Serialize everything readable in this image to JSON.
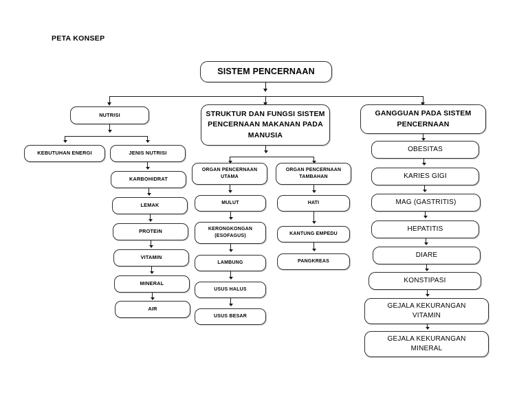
{
  "document": {
    "heading": "PETA KONSEP",
    "type": "concept-map",
    "language": "id"
  },
  "diagram": {
    "root": {
      "label": "SISTEM PENCERNAAN"
    },
    "branches": [
      {
        "id": "nutrisi",
        "label": "NUTRISI",
        "children": [
          {
            "id": "kebutuhan-energi",
            "label": "KEBUTUHAN ENERGI"
          },
          {
            "id": "jenis-nutrisi",
            "label": "JENIS NUTRISI",
            "chain": [
              "KARBOHIDRAT",
              "LEMAK",
              "PROTEIN",
              "VITAMIN",
              "MINERAL",
              "AIR"
            ]
          }
        ]
      },
      {
        "id": "struktur-fungsi",
        "label_line1": "STRUKTUR DAN FUNGSI SISTEM",
        "label_line2": "PENCERNAAN MAKANAN PADA",
        "label_line3": "MANUSIA",
        "children": [
          {
            "id": "organ-utama",
            "label_line1": "ORGAN PENCERNAAN",
            "label_line2": "UTAMA",
            "chain": [
              {
                "line1": "MULUT",
                "line2": ""
              },
              {
                "line1": "KERONGKONGAN",
                "line2": "(ESOFAGUS)"
              },
              {
                "line1": "LAMBUNG",
                "line2": ""
              },
              {
                "line1": "USUS HALUS",
                "line2": ""
              },
              {
                "line1": "USUS BESAR",
                "line2": ""
              }
            ]
          },
          {
            "id": "organ-tambahan",
            "label_line1": "ORGAN PENCERNAAN",
            "label_line2": "TAMBAHAN",
            "chain": [
              {
                "line1": "HATI",
                "line2": ""
              },
              {
                "line1": "KANTUNG EMPEDU",
                "line2": ""
              },
              {
                "line1": "PANGKREAS",
                "line2": ""
              }
            ]
          }
        ]
      },
      {
        "id": "gangguan",
        "label_line1": "GANGGUAN PADA SISTEM",
        "label_line2": "PENCERNAAN",
        "chain": [
          {
            "line1": "OBESITAS",
            "line2": ""
          },
          {
            "line1": "KARIES GIGI",
            "line2": ""
          },
          {
            "line1": "MAG (GASTRITIS)",
            "line2": ""
          },
          {
            "line1": "HEPATITIS",
            "line2": ""
          },
          {
            "line1": "DIARE",
            "line2": ""
          },
          {
            "line1": "KONSTIPASI",
            "line2": ""
          },
          {
            "line1": "GEJALA KEKURANGAN",
            "line2": "VITAMIN"
          },
          {
            "line1": "GEJALA KEKURANGAN",
            "line2": "MINERAL"
          }
        ]
      }
    ]
  },
  "style": {
    "background": "#ffffff",
    "box_border": "#2e2e2e",
    "connector": "#1a1a1a",
    "text": "#000000"
  }
}
